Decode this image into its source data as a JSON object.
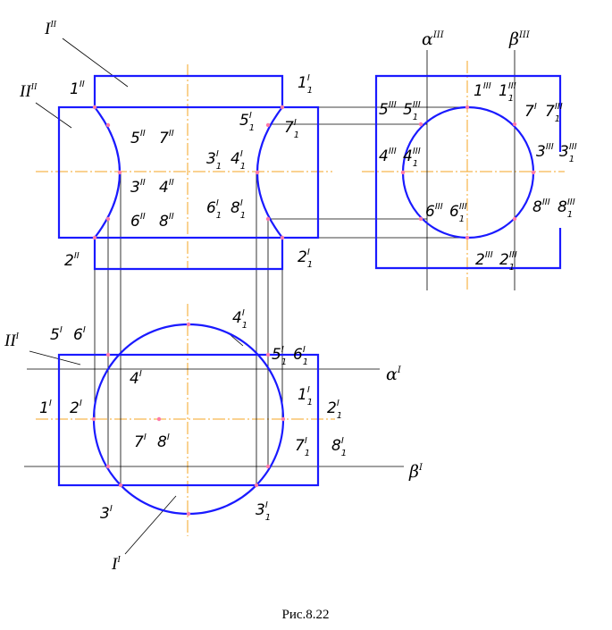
{
  "figure": {
    "caption": "Рис.8.22"
  },
  "front_view": {
    "upper_prism_label": {
      "base": "I",
      "sup": "II"
    },
    "lower_prism_label": {
      "base": "II",
      "sup": "II"
    },
    "points": [
      {
        "base": "1",
        "sup": "II",
        "sub": ""
      },
      {
        "base": "2",
        "sup": "II",
        "sub": ""
      },
      {
        "base": "5",
        "sup": "II",
        "sub": ""
      },
      {
        "base": "7",
        "sup": "II",
        "sub": ""
      },
      {
        "base": "3",
        "sup": "II",
        "sub": ""
      },
      {
        "base": "4",
        "sup": "II",
        "sub": ""
      },
      {
        "base": "6",
        "sup": "II",
        "sub": ""
      },
      {
        "base": "8",
        "sup": "II",
        "sub": ""
      },
      {
        "base": "1",
        "sup": "I",
        "sub": "1"
      },
      {
        "base": "2",
        "sup": "I",
        "sub": "1"
      },
      {
        "base": "5",
        "sup": "I",
        "sub": "1"
      },
      {
        "base": "7",
        "sup": "I",
        "sub": "1"
      },
      {
        "base": "3",
        "sup": "I",
        "sub": "1"
      },
      {
        "base": "4",
        "sup": "I",
        "sub": "1"
      },
      {
        "base": "6",
        "sup": "I",
        "sub": "1"
      },
      {
        "base": "8",
        "sup": "I",
        "sub": "1"
      }
    ]
  },
  "side_view": {
    "alpha_label": {
      "base": "α",
      "sup": "III"
    },
    "beta_label": {
      "base": "β",
      "sup": "III"
    },
    "points": [
      {
        "base": "5",
        "sup": "III",
        "sub": ""
      },
      {
        "base": "5",
        "sup": "III",
        "sub": "1"
      },
      {
        "base": "1",
        "sup": "III",
        "sub": ""
      },
      {
        "base": "1",
        "sup": "III",
        "sub": "1"
      },
      {
        "base": "7",
        "sup": "I",
        "sub": ""
      },
      {
        "base": "7",
        "sup": "III",
        "sub": "1"
      },
      {
        "base": "4",
        "sup": "III",
        "sub": ""
      },
      {
        "base": "4",
        "sup": "III",
        "sub": "1"
      },
      {
        "base": "3",
        "sup": "III",
        "sub": ""
      },
      {
        "base": "3",
        "sup": "III",
        "sub": "1"
      },
      {
        "base": "6",
        "sup": "III",
        "sub": ""
      },
      {
        "base": "6",
        "sup": "III",
        "sub": "1"
      },
      {
        "base": "8",
        "sup": "III",
        "sub": ""
      },
      {
        "base": "8",
        "sup": "III",
        "sub": "1"
      },
      {
        "base": "2",
        "sup": "III",
        "sub": ""
      },
      {
        "base": "2",
        "sup": "III",
        "sub": "1"
      }
    ]
  },
  "top_view": {
    "prism_label": {
      "base": "II",
      "sup": "I"
    },
    "circle_label": {
      "base": "I",
      "sup": "I"
    },
    "alpha_label": {
      "base": "α",
      "sup": "I"
    },
    "beta_label": {
      "base": "β",
      "sup": "I"
    },
    "points": [
      {
        "base": "5",
        "sup": "I",
        "sub": ""
      },
      {
        "base": "6",
        "sup": "I",
        "sub": ""
      },
      {
        "base": "4",
        "sup": "I",
        "sub": "1"
      },
      {
        "base": "5",
        "sup": "I",
        "sub": "1"
      },
      {
        "base": "6",
        "sup": "I",
        "sub": "1"
      },
      {
        "base": "4",
        "sup": "I",
        "sub": ""
      },
      {
        "base": "1",
        "sup": "I",
        "sub": ""
      },
      {
        "base": "2",
        "sup": "I",
        "sub": ""
      },
      {
        "base": "1",
        "sup": "I",
        "sub": "1"
      },
      {
        "base": "2",
        "sup": "I",
        "sub": "1"
      },
      {
        "base": "7",
        "sup": "I",
        "sub": ""
      },
      {
        "base": "8",
        "sup": "I",
        "sub": ""
      },
      {
        "base": "7",
        "sup": "I",
        "sub": "1"
      },
      {
        "base": "8",
        "sup": "I",
        "sub": "1"
      },
      {
        "base": "3",
        "sup": "I",
        "sub": ""
      },
      {
        "base": "3",
        "sup": "I",
        "sub": "1"
      }
    ]
  },
  "colors": {
    "outline": "#1a1aff",
    "axis": "#f5a623",
    "point": "#ff7aa8",
    "construction": "#000000"
  }
}
